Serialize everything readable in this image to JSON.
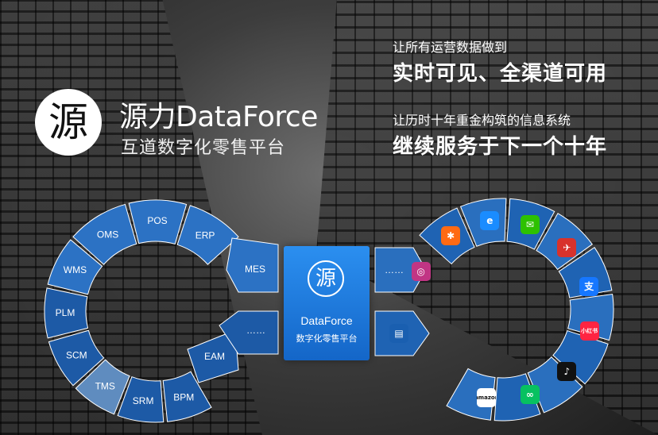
{
  "brand": {
    "logo_glyph": "源",
    "title": "源力DataForce",
    "subtitle": "互道数字化零售平台"
  },
  "slogans": {
    "line1": "让所有运营数据做到",
    "line2": "实时可见、全渠道可用",
    "line3": "让历时十年重金构筑的信息系统",
    "line4": "继续服务于下一个十年"
  },
  "left_ring": {
    "segments": [
      "OMS",
      "POS",
      "ERP",
      "MES",
      "WMS",
      "PLM",
      "SCM",
      "TMS",
      "SRM",
      "BPM",
      "EAM",
      "……"
    ],
    "colors": {
      "dark": "#1d5aa6",
      "mid": "#2c72c4",
      "light": "#4a8fd6",
      "pale": "#5f8cbf"
    }
  },
  "center": {
    "logo_glyph": "源",
    "title": "DataForce",
    "subtitle": "数字化零售平台",
    "color": "#1f7ae0"
  },
  "right_ring": {
    "more_label": "……",
    "apps": [
      {
        "name": "instagram-icon",
        "glyph": "◎",
        "color": "#c13584"
      },
      {
        "name": "runner-app-icon",
        "glyph": "✱",
        "color": "#ff6a13"
      },
      {
        "name": "ele-me-icon",
        "glyph": "e",
        "color": "#1a8cff"
      },
      {
        "name": "wechat-icon",
        "glyph": "✉",
        "color": "#2dc100"
      },
      {
        "name": "bird-app-icon",
        "glyph": "✈",
        "color": "#d8322c"
      },
      {
        "name": "alipay-icon",
        "glyph": "支",
        "color": "#1677ff"
      },
      {
        "name": "xiaohongshu-icon",
        "glyph": "小红书",
        "color": "#ff2442"
      },
      {
        "name": "tiktok-icon",
        "glyph": "♪",
        "color": "#111111"
      },
      {
        "name": "mini-program-icon",
        "glyph": "∞",
        "color": "#07c160"
      },
      {
        "name": "amazon-icon",
        "glyph": "amazon",
        "color": "#ffffff"
      },
      {
        "name": "store-icon",
        "glyph": "▤",
        "color": "#1a5fb0"
      }
    ]
  }
}
